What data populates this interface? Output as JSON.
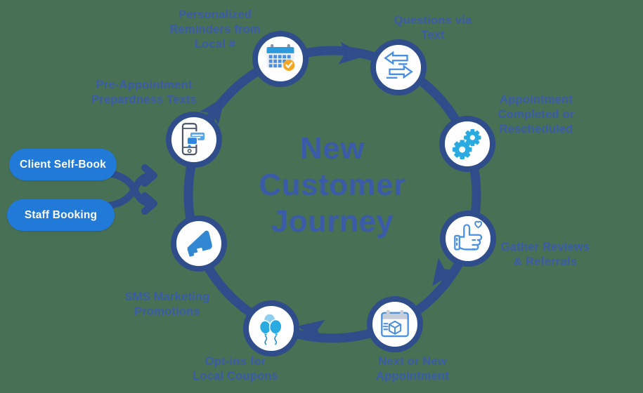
{
  "background_color": "#487054",
  "colors": {
    "ring_navy": "#2F4D8B",
    "label_blue": "#3A5CA8",
    "pill_blue": "#2179D8",
    "icon_outline_blue": "#4A90E2",
    "icon_light_blue": "#29ABE2",
    "icon_medium_blue": "#2E86DE",
    "check_orange": "#F5A623"
  },
  "title": {
    "text": "New\nCustomer\nJourney"
  },
  "booking_buttons": [
    {
      "label": "Client Self-Book"
    },
    {
      "label": "Staff Booking"
    }
  ],
  "steps": [
    {
      "label": "Personalized\nReminders from\nLocal #",
      "icon": "calendar-check-icon"
    },
    {
      "label": "Questions via\nText",
      "icon": "transfer-arrows-icon"
    },
    {
      "label": "Appointment\nCompleted or\nRescheduled",
      "icon": "gears-icon"
    },
    {
      "label": "Gather Reviews\n& Referrals",
      "icon": "thumbs-up-heart-icon"
    },
    {
      "label": "Next or New\nAppointment",
      "icon": "calendar-box-icon"
    },
    {
      "label": "Opt-ins for\nLocal Coupons",
      "icon": "balloons-icon"
    },
    {
      "label": "SMS Marketing\nPromotions",
      "icon": "megaphone-icon"
    },
    {
      "label": "Pre-Appointment\nPrepardness Texts",
      "icon": "phone-chat-icon"
    }
  ]
}
